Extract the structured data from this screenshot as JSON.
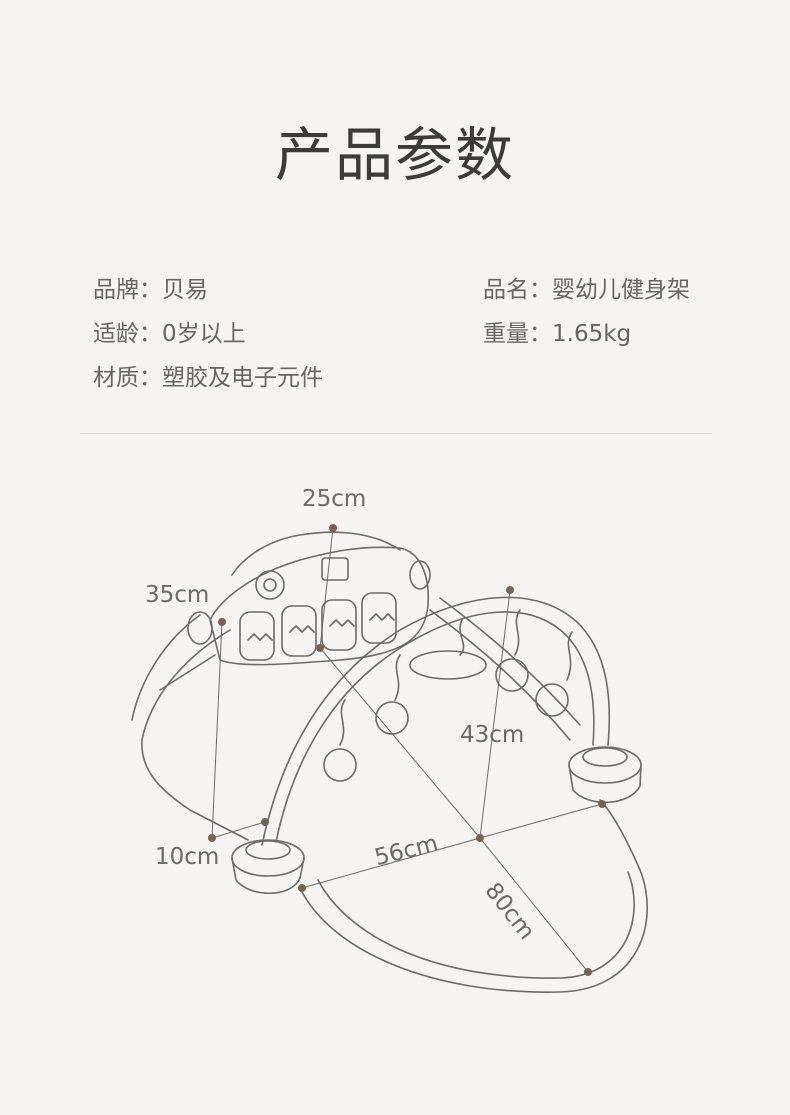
{
  "title": "产品参数",
  "specs": {
    "brand": "品牌：贝易",
    "name": "品名：婴幼儿健身架",
    "age": "适龄：0岁以上",
    "weight": "重量：1.65kg",
    "material": "材质：塑胶及电子元件"
  },
  "dimensions": {
    "d25": "25cm",
    "d35": "35cm",
    "d43": "43cm",
    "d10": "10cm",
    "d56": "56cm",
    "d80": "80cm"
  },
  "colors": {
    "background": "#f5f4f3",
    "line": "#6b6b6b",
    "dimension_dot": "#7a6252"
  }
}
